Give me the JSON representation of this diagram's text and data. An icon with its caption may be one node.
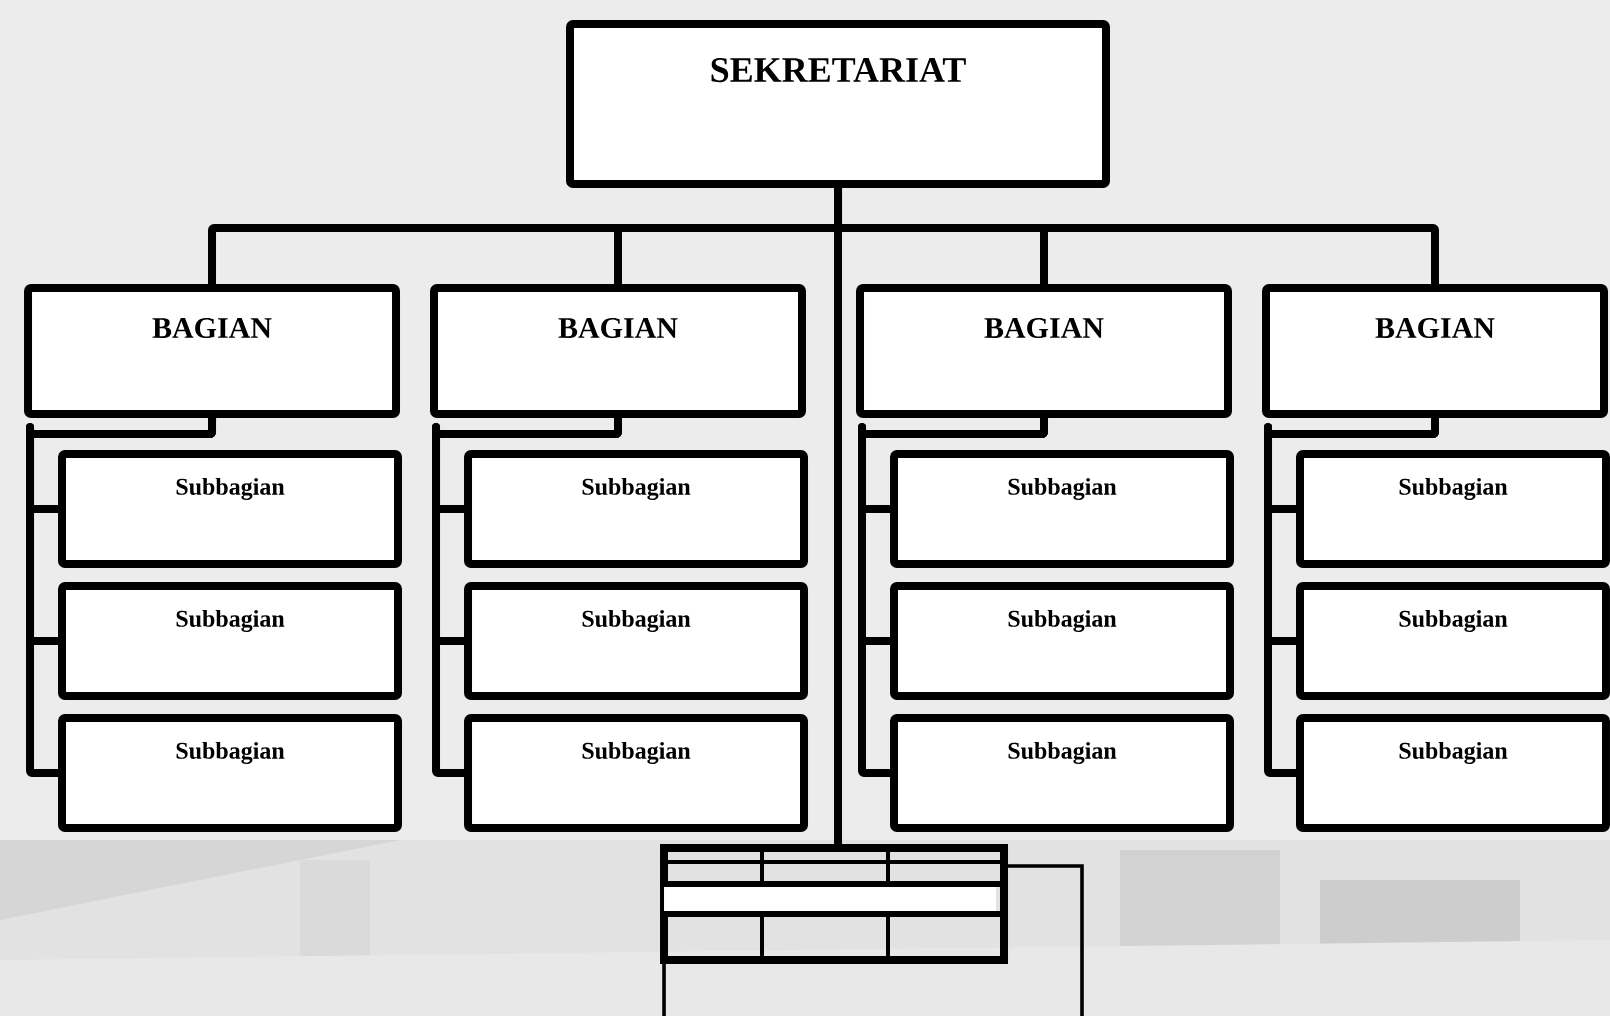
{
  "diagram": {
    "nodes": [
      {
        "text": [
          "SEKRETARIAT"
        ]
      },
      {
        "text": [
          "BAGIAN"
        ]
      },
      {
        "text": [
          "Subbagian"
        ]
      },
      {
        "text": [
          "Subbagian"
        ]
      },
      {
        "text": [
          "Subbagian"
        ]
      },
      {
        "text": [
          "BAGIAN"
        ]
      },
      {
        "text": [
          "Subbagian"
        ]
      },
      {
        "text": [
          "Subbagian"
        ]
      },
      {
        "text": [
          "Subbagian"
        ]
      },
      {
        "text": [
          "BAGIAN"
        ]
      },
      {
        "text": [
          "Subbagian"
        ]
      },
      {
        "text": [
          "Subbagian"
        ]
      },
      {
        "text": [
          "Subbagian"
        ]
      },
      {
        "text": [
          "BAGIAN"
        ]
      },
      {
        "text": [
          "Subbagian"
        ]
      },
      {
        "text": [
          "Subbagian"
        ]
      },
      {
        "text": [
          "Subbagian"
        ]
      },
      {
        "text": [],
        "shape": "box"
      }
    ],
    "edges": [
      {
        "from": 0,
        "to": 1,
        "arrow": "none"
      },
      {
        "from": 0,
        "to": 5,
        "arrow": "none"
      },
      {
        "from": 0,
        "to": 9,
        "arrow": "none"
      },
      {
        "from": 0,
        "to": 13,
        "arrow": "none"
      },
      {
        "from": 1,
        "to": 2,
        "arrow": "none"
      },
      {
        "from": 1,
        "to": 3,
        "arrow": "none"
      },
      {
        "from": 1,
        "to": 4,
        "arrow": "none"
      },
      {
        "from": 5,
        "to": 6,
        "arrow": "none"
      },
      {
        "from": 5,
        "to": 7,
        "arrow": "none"
      },
      {
        "from": 5,
        "to": 8,
        "arrow": "none"
      },
      {
        "from": 9,
        "to": 10,
        "arrow": "none"
      },
      {
        "from": 9,
        "to": 11,
        "arrow": "none"
      },
      {
        "from": 9,
        "to": 12,
        "arrow": "none"
      },
      {
        "from": 13,
        "to": 14,
        "arrow": "none"
      },
      {
        "from": 13,
        "to": 15,
        "arrow": "none"
      },
      {
        "from": 13,
        "to": 16,
        "arrow": "none"
      },
      {
        "from": 0,
        "to": 17,
        "arrow": "none"
      }
    ]
  }
}
